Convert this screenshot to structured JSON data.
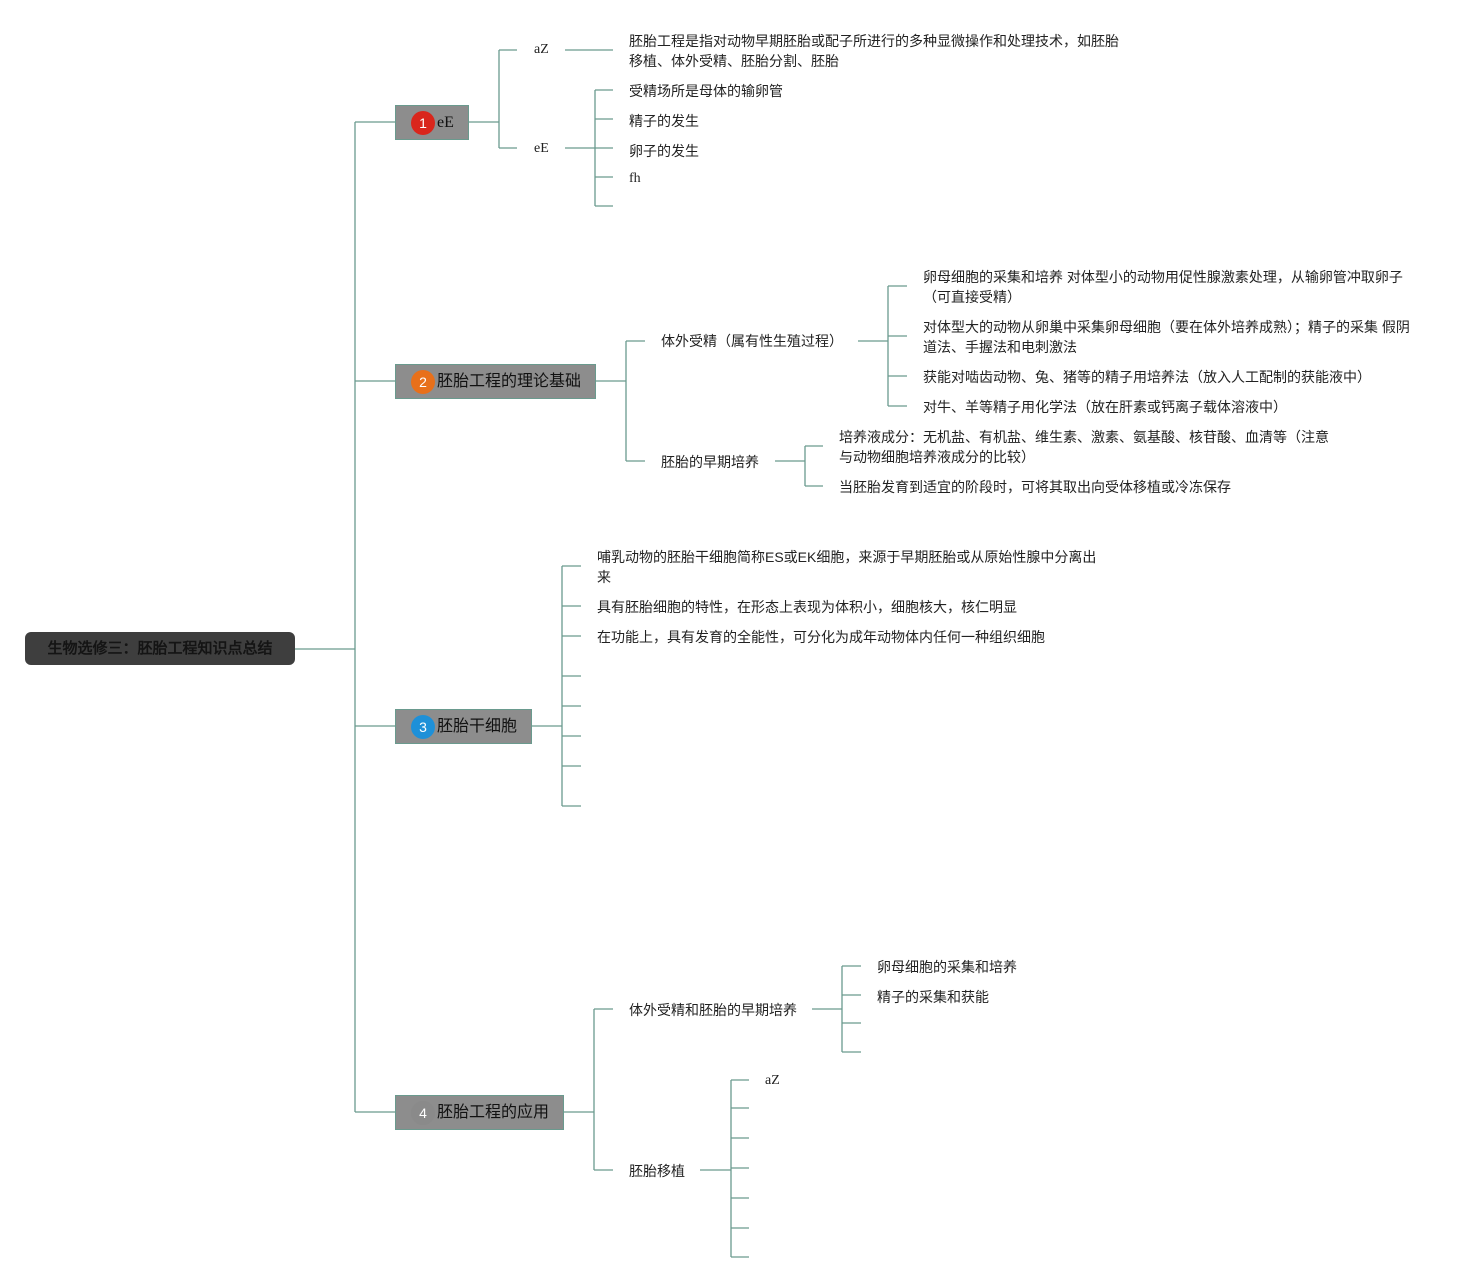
{
  "root": {
    "label": "生物选修三：胚胎工程知识点总结"
  },
  "colors": {
    "line": "#6a9a8e",
    "topic_bg": "#8d8d8d",
    "root_bg": "#3e3e3e",
    "badge1": "#d9261c",
    "badge2": "#e8701a",
    "badge3": "#1e90d8",
    "badge4": "#8a8a8a"
  },
  "topics": [
    {
      "number": "1",
      "label": "eE",
      "children": [
        {
          "label": "aZ",
          "detail": "胚胎工程是指对动物早期胚胎或配子所进行的多种显微操作和处理技术，如胚胎移植、体外受精、胚胎分割、胚胎"
        },
        {
          "label": "eE",
          "items": [
            "受精场所是母体的输卵管",
            "精子的发生",
            "卵子的发生",
            "fh",
            ""
          ]
        }
      ]
    },
    {
      "number": "2",
      "label": "胚胎工程的理论基础",
      "children": [
        {
          "label": "体外受精（属有性生殖过程）",
          "items": [
            "卵母细胞的采集和培养 对体型小的动物用促性腺激素处理，从输卵管冲取卵子（可直接受精）",
            "对体型大的动物从卵巢中采集卵母细胞（要在体外培养成熟）；精子的采集 假阴道法、手握法和电刺激法",
            "获能对啮齿动物、兔、猪等的精子用培养法（放入人工配制的获能液中）",
            "对牛、羊等精子用化学法（放在肝素或钙离子载体溶液中）"
          ]
        },
        {
          "label": "胚胎的早期培养",
          "items": [
            "培养液成分：无机盐、有机盐、维生素、激素、氨基酸、核苷酸、血清等（注意与动物细胞培养液成分的比较）",
            "当胚胎发育到适宜的阶段时，可将其取出向受体移植或冷冻保存"
          ]
        }
      ]
    },
    {
      "number": "3",
      "label": "胚胎干细胞",
      "items": [
        "哺乳动物的胚胎干细胞简称ES或EK细胞，来源于早期胚胎或从原始性腺中分离出来",
        "具有胚胎细胞的特性，在形态上表现为体积小，细胞核大，核仁明显",
        "在功能上，具有发育的全能性，可分化为成年动物体内任何一种组织细胞",
        "",
        "",
        "",
        "",
        "",
        ""
      ]
    },
    {
      "number": "4",
      "label": "胚胎工程的应用",
      "children": [
        {
          "label": "体外受精和胚胎的早期培养",
          "items": [
            "卵母细胞的采集和培养",
            "精子的采集和获能",
            "",
            ""
          ]
        },
        {
          "label": "胚胎移植",
          "items": [
            "aZ",
            "",
            "",
            "",
            "",
            "",
            ""
          ]
        }
      ]
    }
  ]
}
